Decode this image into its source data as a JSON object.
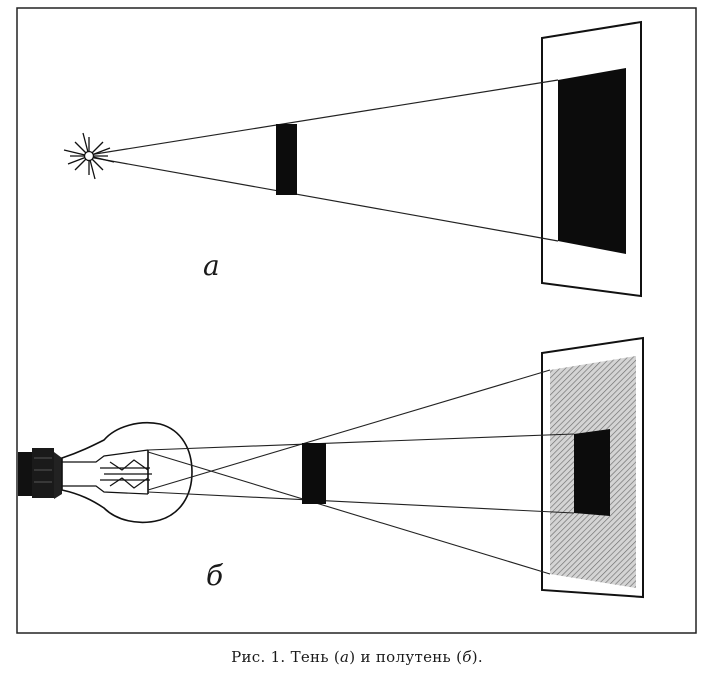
{
  "figure": {
    "panel_a_label": "а",
    "panel_b_label": "б"
  },
  "caption": {
    "prefix": "Рис. 1. Тень (",
    "a": "а",
    "middle": ") и полутень (",
    "b": "б",
    "suffix": ")."
  }
}
